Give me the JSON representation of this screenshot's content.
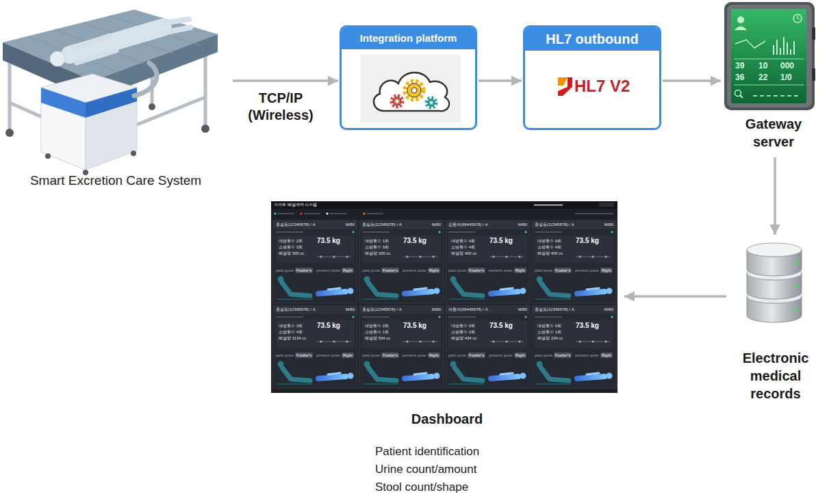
{
  "diagram": {
    "nodes": [
      {
        "text": [
          "Smart Excretion Care System"
        ]
      },
      {
        "text": [
          "Integration platform"
        ]
      },
      {
        "text": [
          "HL7 outbound",
          "HL7 V2"
        ]
      },
      {
        "text": [
          "Gateway server"
        ]
      },
      {
        "text": [
          "Electronic medical records"
        ]
      },
      {
        "text": [
          "Dashboard",
          "Patient identification",
          "Urine count/amount",
          "Stool count/shape"
        ]
      }
    ],
    "edges": [
      {
        "from": 0,
        "to": 1,
        "label": "TCP/IP (Wireless)",
        "arrow": "to"
      },
      {
        "from": 1,
        "to": 2,
        "arrow": "to"
      },
      {
        "from": 2,
        "to": 3,
        "arrow": "to"
      },
      {
        "from": 3,
        "to": 4,
        "arrow": "to"
      },
      {
        "from": 4,
        "to": 5,
        "arrow": "to"
      }
    ],
    "labels": [
      "39",
      "10",
      "000",
      "36",
      "22",
      "1/0",
      "스마트 배설케어 시스템",
      "홍길동(12345678) / A",
      "M/80",
      "대변횟수 2회",
      "소변횟수 3회",
      "배설량 300 cc",
      "73.5 kg",
      "past pose",
      "Fowler's",
      "present pose",
      "Right",
      "홍길동(12345678) / A",
      "M/80",
      "대변횟수 1회",
      "소변횟수 3회",
      "배설량 200 cc",
      "73.5 kg",
      "past pose",
      "Fowler's",
      "present pose",
      "Right",
      "김환자(99445678) / A",
      "M/80",
      "대변횟수 0회",
      "소변횟수 4회",
      "배설량 400 cc",
      "73.5 kg",
      "past pose",
      "Fowler's",
      "present pose",
      "Right",
      "홍길동(12345678) / A",
      "M/80",
      "대변횟수 0회",
      "소변횟수 4회",
      "배설량 400 cc",
      "73.5 kg",
      "past pose",
      "Fowler's",
      "present pose",
      "Right",
      "홍길동(12345678) / A",
      "M/80",
      "대변횟수 3회",
      "소변횟수 4회",
      "배설량 1134 cc",
      "73.5 kg",
      "past pose",
      "Fowler's",
      "present pose",
      "Right",
      "홍길동(12345678) / A",
      "M/80",
      "대변횟수 2회",
      "소변횟수 1회",
      "배설량 534 cc",
      "73.5 kg",
      "past pose",
      "Fowler's",
      "present pose",
      "Right",
      "박환자(09445678) / A",
      "M/80",
      "대변횟수 0회",
      "소변횟수 2회",
      "배설량 434 cc",
      "73.5 kg",
      "past pose",
      "Fowler's",
      "present pose",
      "Right",
      "홍길동(12345678) / A",
      "M/80",
      "대변횟수 0회",
      "소변횟수 1회",
      "배설량 234 cc",
      "73.5 kg",
      "past pose",
      "Fowler's",
      "present pose",
      "Right"
    ]
  }
}
